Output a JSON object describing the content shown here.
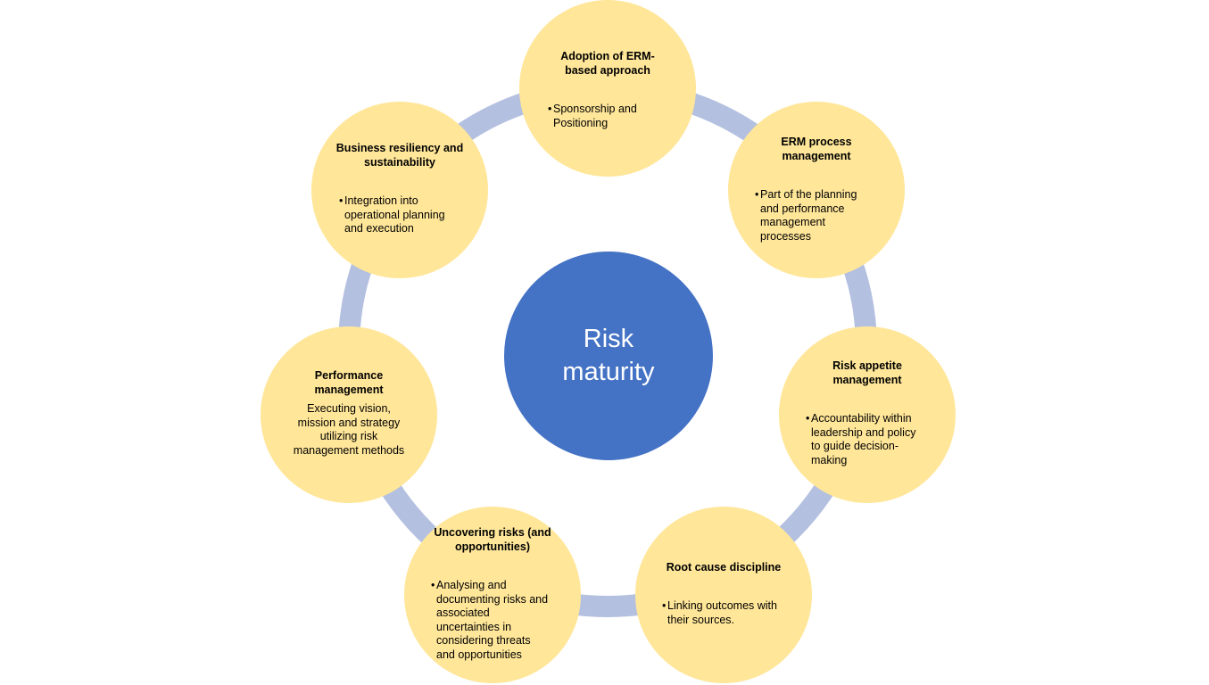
{
  "center": {
    "line1": "Risk",
    "line2": "maturity"
  },
  "nodes": [
    {
      "title": [
        "Adoption of ERM-",
        "based approach"
      ],
      "bullet": [
        "Sponsorship and",
        "Positioning"
      ]
    },
    {
      "title": [
        "ERM process",
        "management"
      ],
      "bullet": [
        "Part of the planning",
        "and performance",
        "management",
        "processes"
      ]
    },
    {
      "title": [
        "Risk appetite",
        "management"
      ],
      "bullet": [
        "Accountability within",
        "leadership and policy",
        "to guide decision-",
        "making"
      ]
    },
    {
      "title": [
        "Root cause discipline"
      ],
      "bullet": [
        "Linking outcomes with",
        "their sources."
      ]
    },
    {
      "title": [
        "Uncovering risks (and",
        "opportunities)"
      ],
      "bullet": [
        "Analysing and",
        "documenting risks and",
        "associated",
        "uncertainties in",
        "considering threats",
        "and opportunities"
      ]
    },
    {
      "title": [
        "Performance",
        "management"
      ],
      "text": [
        "Executing vision,",
        "mission and strategy",
        "utilizing risk",
        "management methods"
      ]
    },
    {
      "title": [
        "Business resiliency and",
        "sustainability"
      ],
      "bullet": [
        "Integration into",
        "operational planning",
        "and execution"
      ]
    }
  ],
  "colors": {
    "center": "#4472c4",
    "node": "#ffe699",
    "ring": "#b4c0e0"
  }
}
